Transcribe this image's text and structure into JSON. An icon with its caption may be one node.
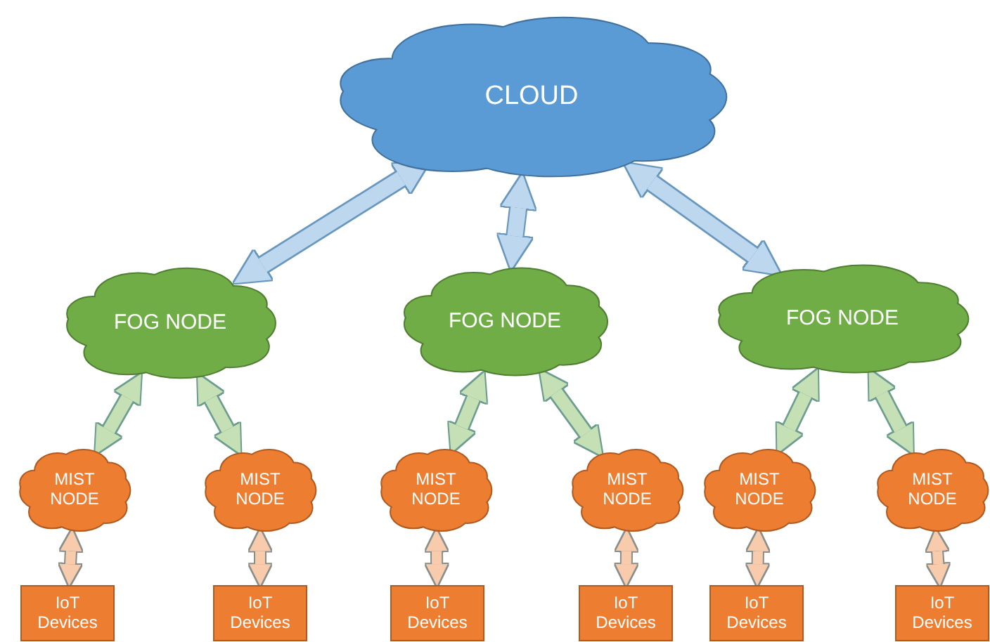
{
  "diagram": {
    "nodes": [
      {
        "text": [
          "CLOUD"
        ]
      },
      {
        "text": [
          "FOG NODE"
        ]
      },
      {
        "text": [
          "FOG NODE"
        ]
      },
      {
        "text": [
          "FOG NODE"
        ]
      },
      {
        "text": [
          "MIST NODE"
        ]
      },
      {
        "text": [
          "MIST NODE"
        ]
      },
      {
        "text": [
          "MIST NODE"
        ]
      },
      {
        "text": [
          "MIST NODE"
        ]
      },
      {
        "text": [
          "MIST NODE"
        ]
      },
      {
        "text": [
          "MIST NODE"
        ]
      },
      {
        "text": [
          "IoT Devices"
        ]
      },
      {
        "text": [
          "IoT Devices"
        ]
      },
      {
        "text": [
          "IoT Devices"
        ]
      },
      {
        "text": [
          "IoT Devices"
        ]
      },
      {
        "text": [
          "IoT Devices"
        ]
      },
      {
        "text": [
          "IoT Devices"
        ]
      }
    ],
    "edges": [
      {
        "from": 0,
        "to": 1,
        "arrow": "both",
        "color": "#bdd7ee"
      },
      {
        "from": 0,
        "to": 2,
        "arrow": "both",
        "color": "#bdd7ee"
      },
      {
        "from": 0,
        "to": 3,
        "arrow": "both",
        "color": "#bdd7ee"
      },
      {
        "from": 1,
        "to": 4,
        "arrow": "both",
        "color": "#c5e0b4"
      },
      {
        "from": 1,
        "to": 5,
        "arrow": "both",
        "color": "#c5e0b4"
      },
      {
        "from": 2,
        "to": 6,
        "arrow": "both",
        "color": "#c5e0b4"
      },
      {
        "from": 2,
        "to": 7,
        "arrow": "both",
        "color": "#c5e0b4"
      },
      {
        "from": 3,
        "to": 8,
        "arrow": "both",
        "color": "#c5e0b4"
      },
      {
        "from": 3,
        "to": 9,
        "arrow": "both",
        "color": "#c5e0b4"
      },
      {
        "from": 4,
        "to": 10,
        "arrow": "both",
        "color": "#f8cbad"
      },
      {
        "from": 5,
        "to": 11,
        "arrow": "both",
        "color": "#f8cbad"
      },
      {
        "from": 6,
        "to": 12,
        "arrow": "both",
        "color": "#f8cbad"
      },
      {
        "from": 7,
        "to": 13,
        "arrow": "both",
        "color": "#f8cbad"
      },
      {
        "from": 8,
        "to": 14,
        "arrow": "both",
        "color": "#f8cbad"
      },
      {
        "from": 9,
        "to": 15,
        "arrow": "both",
        "color": "#f8cbad"
      }
    ]
  }
}
